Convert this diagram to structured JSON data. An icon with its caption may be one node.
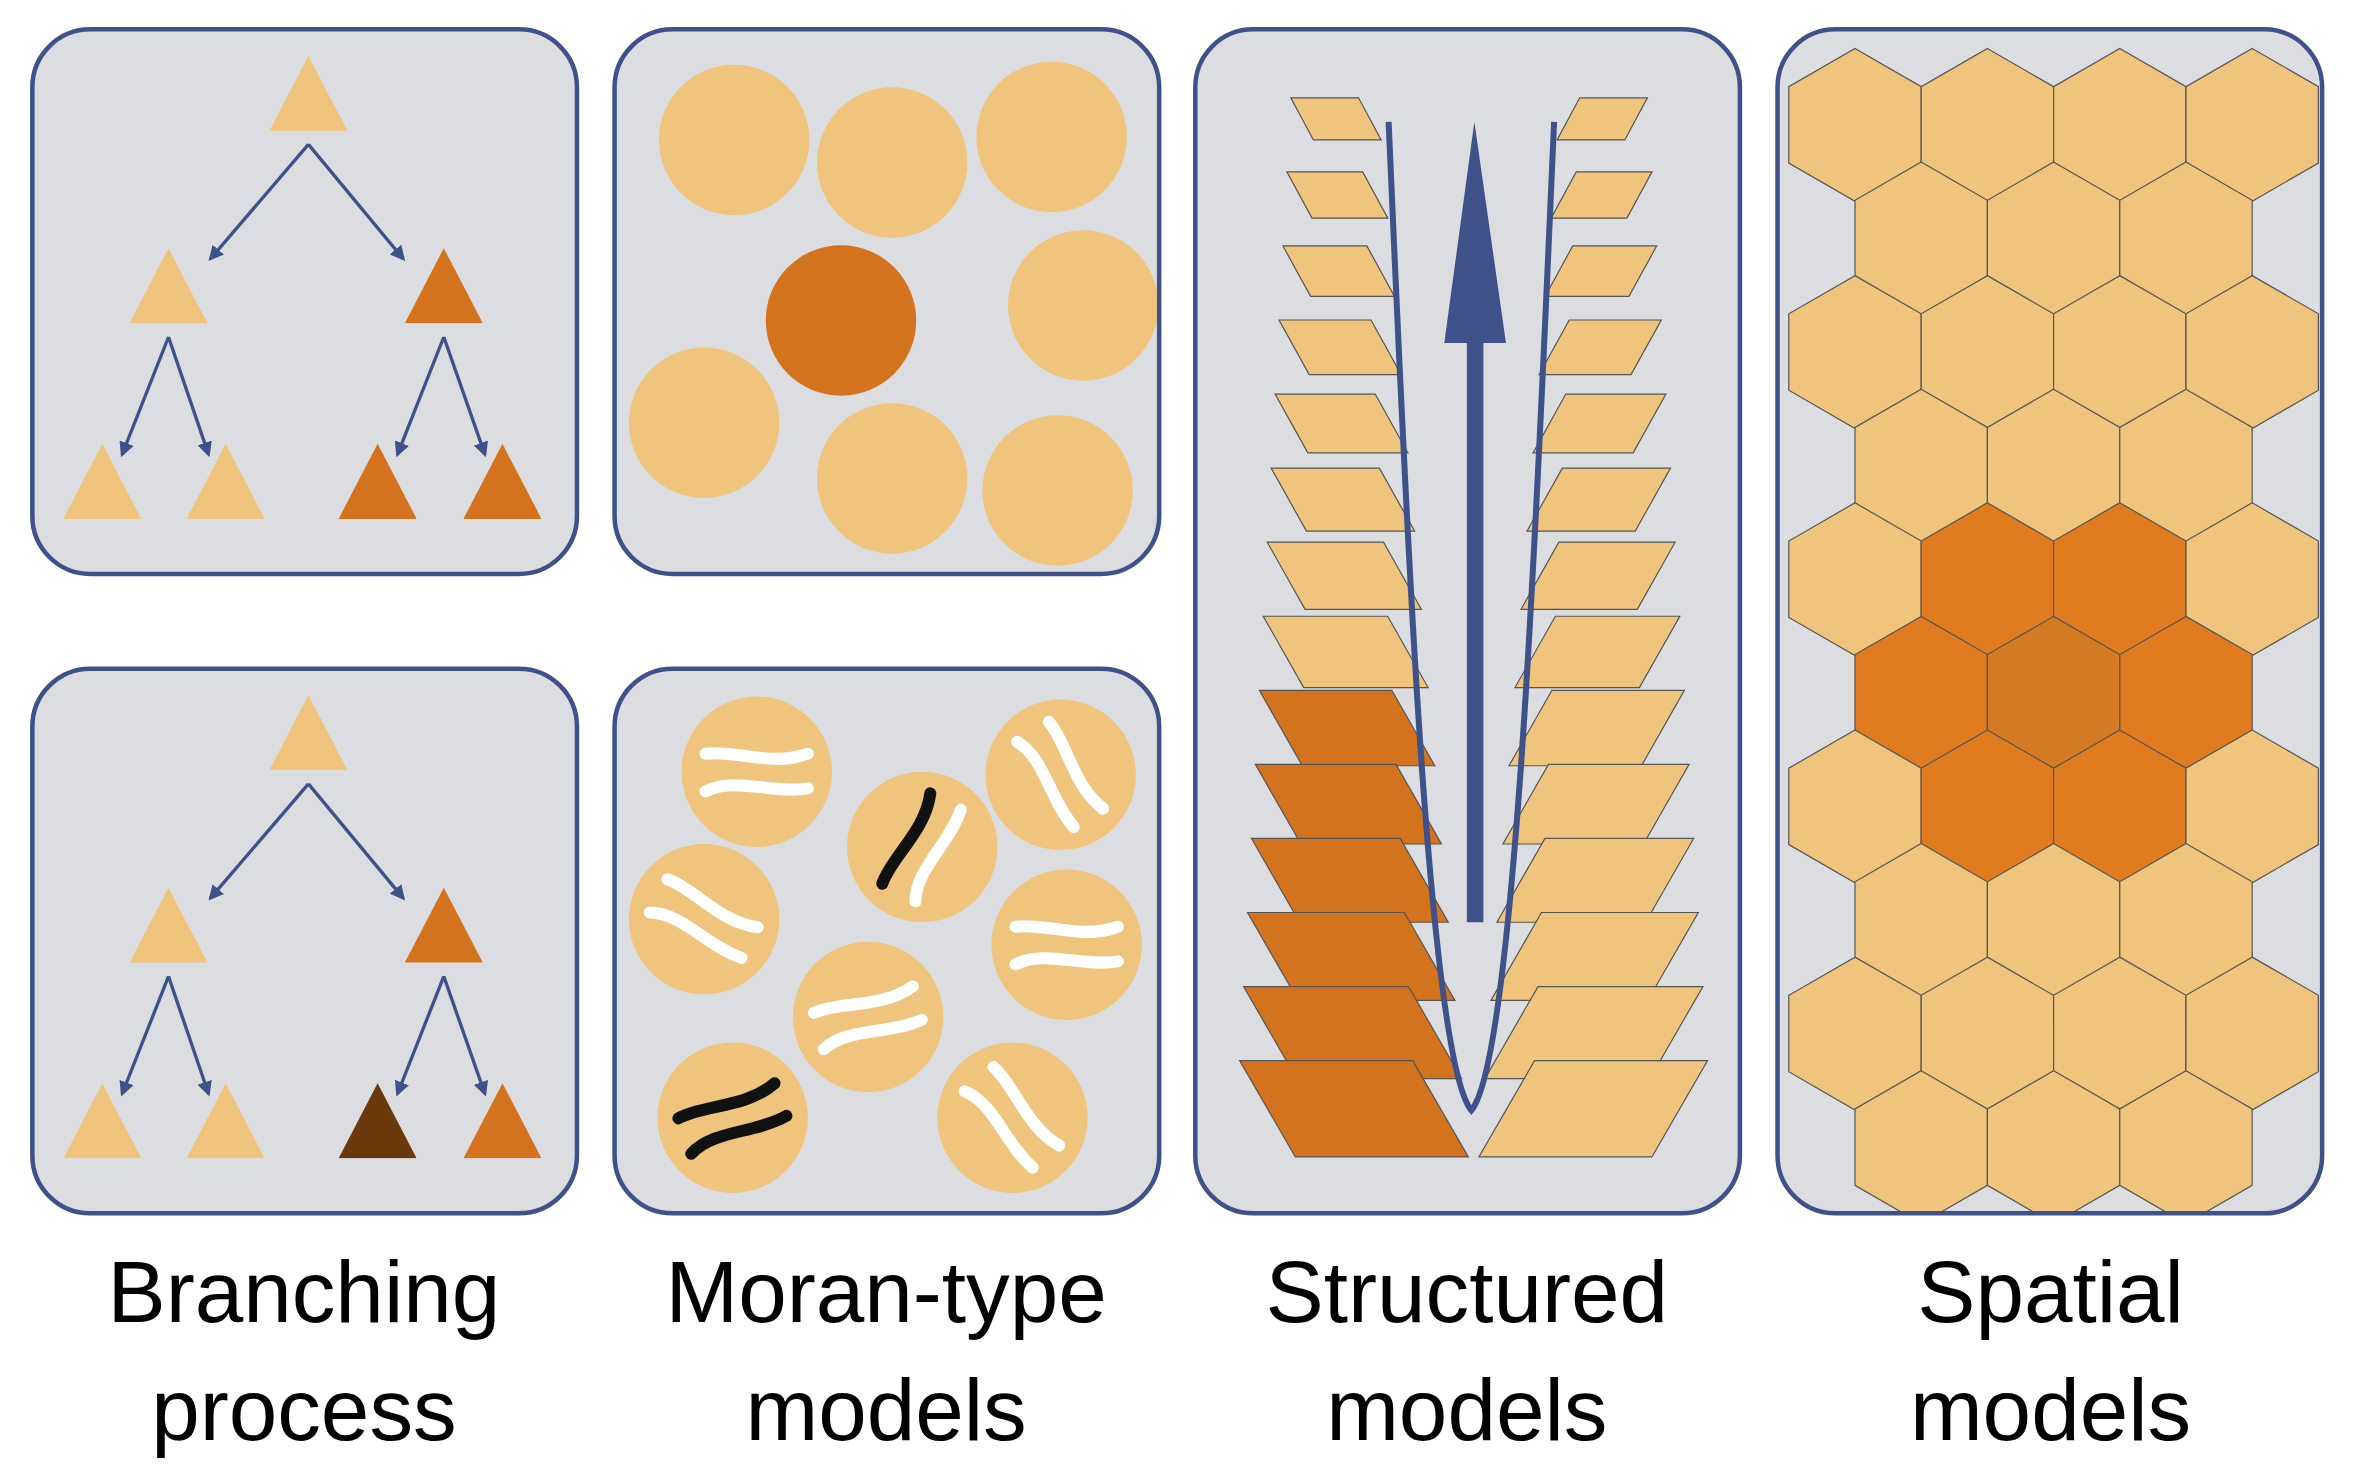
{
  "diagram": {
    "nodes": [
      {
        "text": [],
        "shape": "box"
      },
      {
        "text": [],
        "shape": "triangle",
        "in": 0
      },
      {
        "text": [],
        "shape": "triangle",
        "in": 0
      },
      {
        "text": [],
        "shape": "triangle",
        "in": 0
      },
      {
        "text": [],
        "shape": "triangle",
        "in": 0
      },
      {
        "text": [],
        "shape": "triangle",
        "in": 0
      },
      {
        "text": [],
        "shape": "triangle",
        "in": 0
      },
      {
        "text": [],
        "shape": "triangle",
        "in": 0
      },
      {
        "text": [],
        "shape": "box"
      },
      {
        "text": [],
        "shape": "box"
      },
      {
        "text": [],
        "shape": "box"
      },
      {
        "text": [],
        "shape": "box"
      },
      {
        "text": [],
        "shape": "triangle",
        "in": 11
      },
      {
        "text": [],
        "shape": "triangle",
        "in": 11
      },
      {
        "text": [],
        "shape": "triangle",
        "in": 11
      },
      {
        "text": [],
        "shape": "triangle",
        "in": 11
      },
      {
        "text": [],
        "shape": "triangle",
        "in": 11
      },
      {
        "text": [],
        "shape": "triangle",
        "in": 11
      },
      {
        "text": [],
        "shape": "triangle",
        "in": 11
      },
      {
        "text": [],
        "shape": "box"
      }
    ],
    "edges": [
      {
        "from": 1,
        "to": 2,
        "arrow": "to"
      },
      {
        "from": 1,
        "to": 3,
        "arrow": "to"
      },
      {
        "from": 2,
        "to": 4,
        "arrow": "to"
      },
      {
        "from": 2,
        "to": 5,
        "arrow": "to"
      },
      {
        "from": 3,
        "to": 6,
        "arrow": "to"
      },
      {
        "from": 3,
        "to": 7,
        "arrow": "to"
      },
      {
        "from": 12,
        "to": 13,
        "arrow": "to"
      },
      {
        "from": 12,
        "to": 14,
        "arrow": "to"
      },
      {
        "from": 13,
        "to": 15,
        "arrow": "to"
      },
      {
        "from": 13,
        "to": 16,
        "arrow": "to"
      },
      {
        "from": 14,
        "to": 17,
        "arrow": "to"
      },
      {
        "from": 14,
        "to": 18,
        "arrow": "to"
      }
    ],
    "labels": [
      "Branching process",
      "Moran-type models",
      "Structured models",
      "Spatial models"
    ]
  }
}
